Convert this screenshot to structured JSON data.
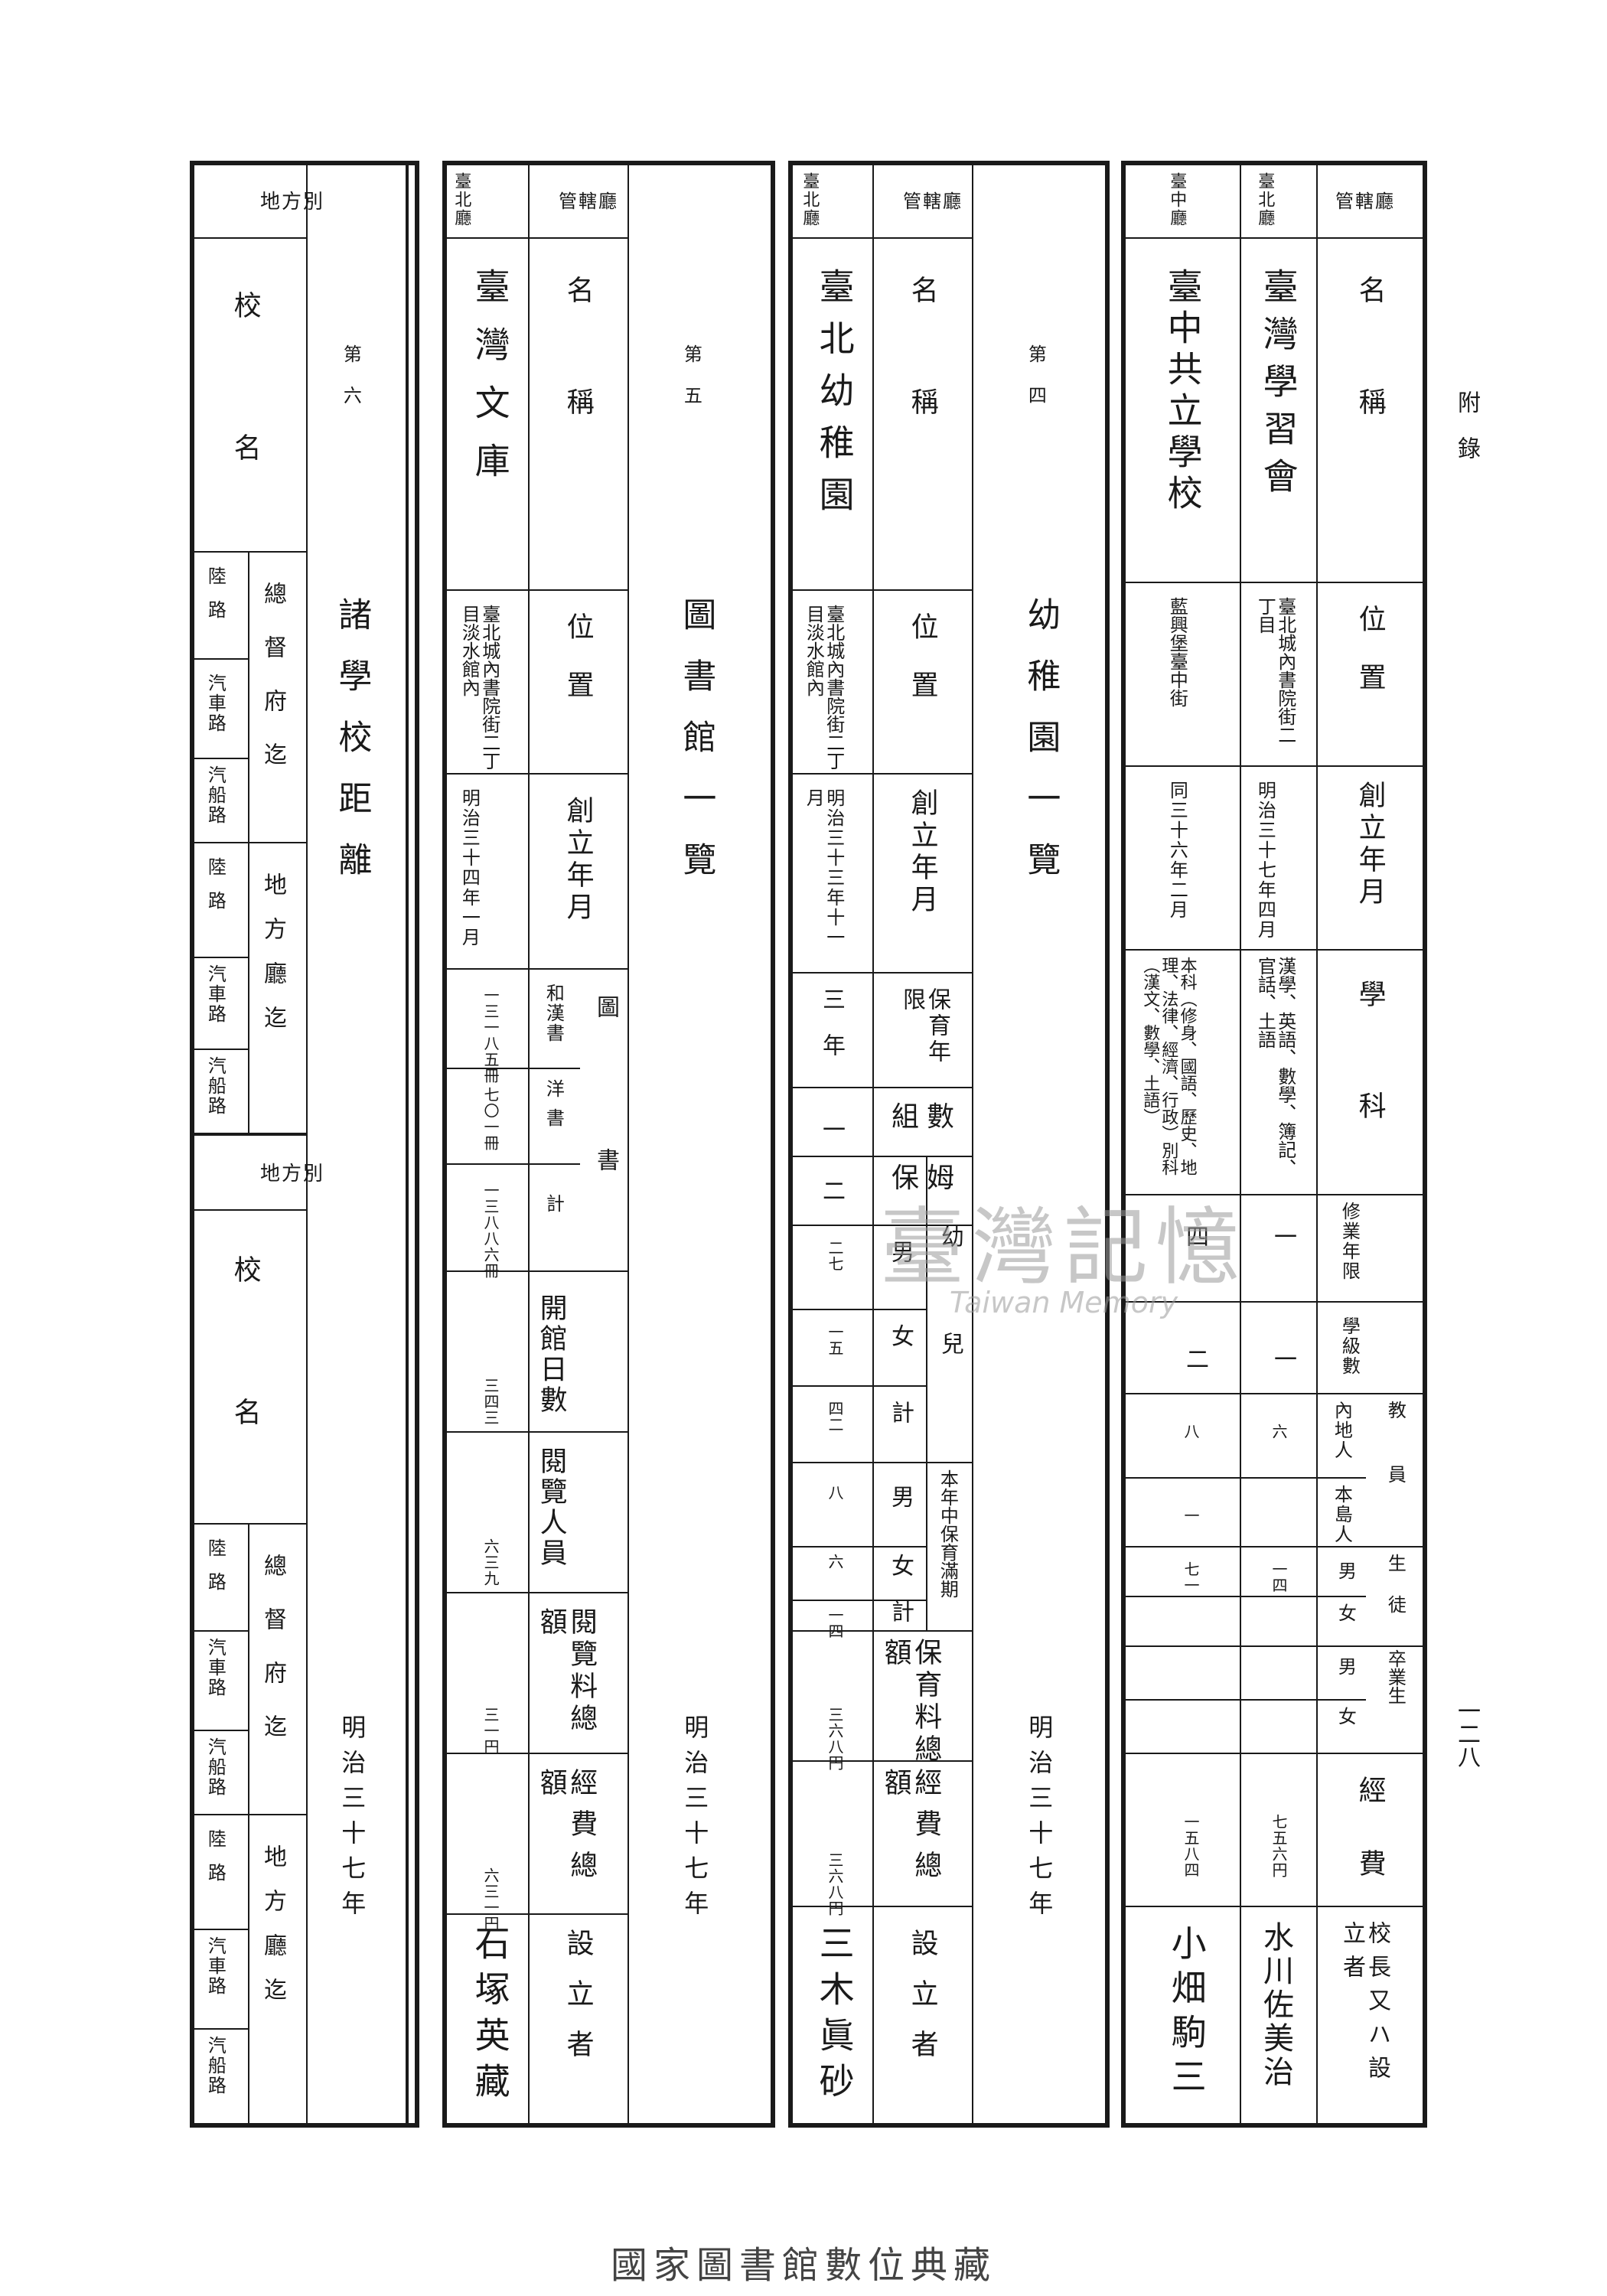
{
  "page": {
    "appendix_label": "附錄",
    "page_number": "一二八",
    "footer": "國家圖書館數位典藏",
    "watermark_zh": "臺灣記憶",
    "watermark_en": "Taiwan Memory"
  },
  "section4": {
    "number": "第四",
    "title": "幼稚園一覽",
    "date": "明治三十七年",
    "col_jurisdiction": "管轄廳",
    "col_name": "名稱",
    "col_location": "位置",
    "col_founded": "創立年月",
    "col_years": "保育年限",
    "col_groups": "組數",
    "col_nurse": "保姆",
    "col_children": "幼兒",
    "col_male": "男",
    "col_female": "女",
    "col_total": "計",
    "col_completed": "本年中保育滿期",
    "col_fee": "保育料總額",
    "col_expense": "經費總額",
    "col_founder": "設立者",
    "row": {
      "jurisdiction": "臺北廳",
      "name": "臺北幼稚園",
      "location": "臺北城內書院街二丁目淡水館內",
      "founded": "明治三十三年十一月",
      "years": "三年",
      "groups": "一",
      "nurse": "二",
      "children_male": "二七",
      "children_female": "一五",
      "children_total": "四二",
      "completed_male": "八",
      "completed_female": "六",
      "completed_total": "一四",
      "fee": "三六八円",
      "expense": "三六八円",
      "founder": "三木眞砂"
    }
  },
  "section5": {
    "number": "第五",
    "title": "圖書館一覽",
    "date": "明治三十七年",
    "col_jurisdiction": "管轄廳",
    "col_name": "名稱",
    "col_location": "位置",
    "col_founded": "創立年月",
    "col_books": "圖書",
    "col_jp_cn": "和漢書",
    "col_western": "洋書",
    "col_total": "計",
    "col_open_days": "開館日數",
    "col_readers": "閱覽人員",
    "col_reading_fee": "閱覽料總額",
    "col_expense": "經費總額",
    "col_founder": "設立者",
    "row": {
      "jurisdiction": "臺北廳",
      "name": "臺灣文庫",
      "location": "臺北城內書院街二丁目淡水館內",
      "founded": "明治三十四年一月",
      "jp_cn": "一三一八五冊",
      "western": "七〇一冊",
      "total": "一三八八六冊",
      "open_days": "三四三",
      "readers": "六三九",
      "reading_fee": "三一円",
      "expense": "六三一円",
      "founder": "石塚英藏"
    }
  },
  "section6": {
    "number": "第六",
    "title": "諸學校距離",
    "date": "明治三十七年",
    "col_region": "地方別",
    "col_school": "校名",
    "col_to_governor": "總督府迄",
    "col_to_office": "地方廳迄",
    "col_land": "陸路",
    "col_car": "汽車路",
    "col_ship": "汽船路"
  },
  "section_schools": {
    "col_jurisdiction": "管轄廳",
    "col_name": "名稱",
    "col_location": "位置",
    "col_founded": "創立年月",
    "col_subjects": "學科",
    "col_years": "修業年限",
    "col_classes": "學級數",
    "col_teachers": "教員",
    "col_teachers_jp": "內地人",
    "col_teachers_local": "本島人",
    "col_students": "生徒",
    "col_graduates": "卒業生",
    "col_male": "男",
    "col_female": "女",
    "col_expense": "經費",
    "col_head": "校長又ハ設立者",
    "rows": [
      {
        "jurisdiction": "臺北廳",
        "name": "臺灣學習會",
        "location": "臺北城內書院街二丁目",
        "founded": "明治三十七年四月",
        "subjects": "漢學、英語、數學、簿記、官話、土語",
        "years": "一",
        "classes": "一",
        "teachers_jp": "六",
        "teachers_local": "",
        "students_male": "一四",
        "students_female": "",
        "grad_male": "",
        "grad_female": "",
        "expense": "七五六円",
        "head": "水川佐美治"
      },
      {
        "jurisdiction": "臺中廳",
        "name": "臺中共立學校",
        "location": "藍興堡臺中街",
        "founded": "同三十六年二月",
        "subjects": "本科（修身、國語、歷史、地理、法律、經濟、行政）別科（漢文、數學、土語）",
        "years": "四",
        "classes": "二",
        "teachers_jp": "八",
        "teachers_local": "一",
        "students_male": "七一",
        "students_female": "",
        "grad_male": "",
        "grad_female": "",
        "expense": "一五八四",
        "head": "小畑駒三"
      }
    ]
  }
}
